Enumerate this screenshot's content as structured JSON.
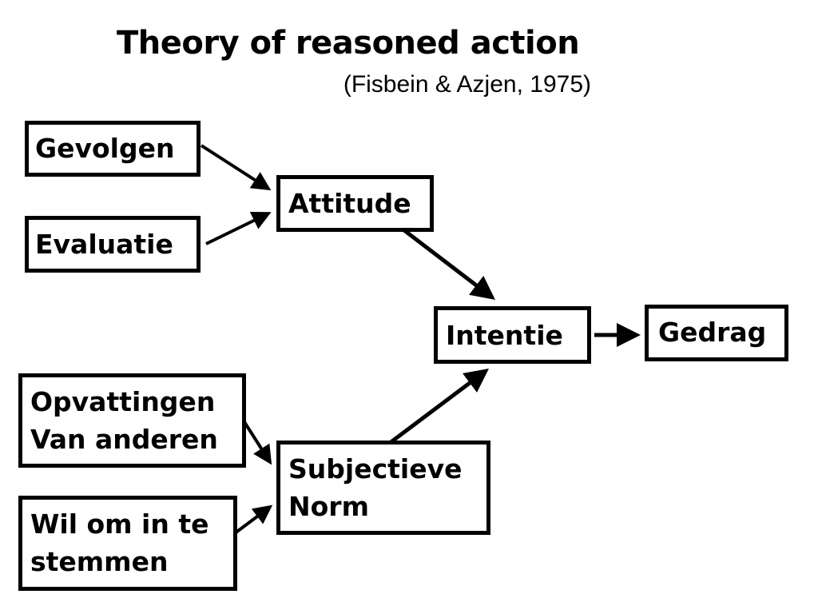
{
  "diagram": {
    "title": "Theory of reasoned action",
    "subtitle": "(Fisbein & Azjen, 1975)",
    "nodes": {
      "gevolgen": {
        "lines": [
          "Gevolgen"
        ]
      },
      "evaluatie": {
        "lines": [
          "Evaluatie"
        ]
      },
      "attitude": {
        "lines": [
          "Attitude"
        ]
      },
      "intentie": {
        "lines": [
          "Intentie"
        ]
      },
      "gedrag": {
        "lines": [
          "Gedrag"
        ]
      },
      "opvattingen": {
        "lines": [
          "Opvattingen",
          "Van anderen"
        ]
      },
      "wil_om": {
        "lines": [
          "Wil om in te",
          "stemmen"
        ]
      },
      "subjectieve_norm": {
        "lines": [
          "Subjectieve",
          "Norm"
        ]
      }
    },
    "edges": [
      {
        "from": "gevolgen",
        "to": "attitude"
      },
      {
        "from": "evaluatie",
        "to": "attitude"
      },
      {
        "from": "attitude",
        "to": "intentie"
      },
      {
        "from": "subjectieve_norm",
        "to": "intentie"
      },
      {
        "from": "intentie",
        "to": "gedrag"
      },
      {
        "from": "opvattingen",
        "to": "subjectieve_norm"
      },
      {
        "from": "wil_om",
        "to": "subjectieve_norm"
      }
    ],
    "colors": {
      "stroke": "#000000",
      "background": "#ffffff"
    }
  }
}
